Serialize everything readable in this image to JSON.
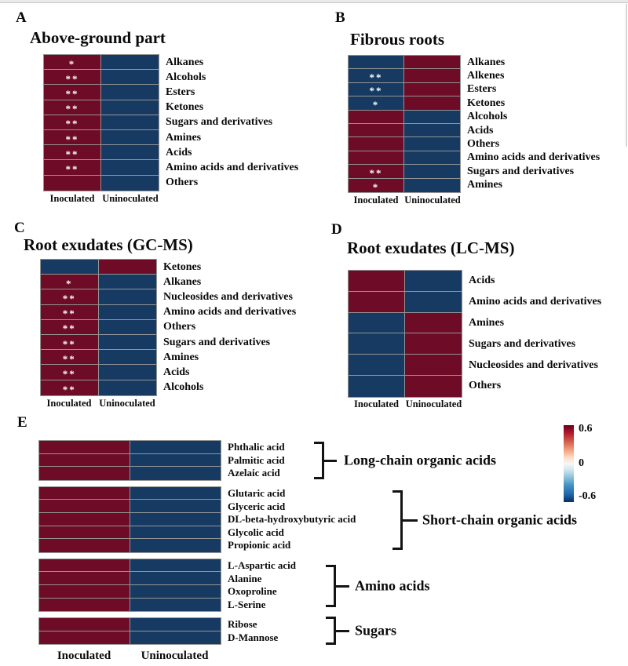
{
  "colors": {
    "positive": "#6e0b26",
    "negative": "#173a63",
    "cell_border": "#949494",
    "star": "#ffffff"
  },
  "chart_data": [
    {
      "type": "heatmap",
      "panel": "A",
      "letter": "A",
      "title": "Above-ground part",
      "columns": [
        "Inoculated",
        "Uninoculated"
      ],
      "rows": [
        "Alkanes",
        "Alcohols",
        "Esters",
        "Ketones",
        "Sugars and derivatives",
        "Amines",
        "Acids",
        "Amino acids and derivatives",
        "Others"
      ],
      "values": [
        [
          0.6,
          -0.6
        ],
        [
          0.6,
          -0.6
        ],
        [
          0.6,
          -0.6
        ],
        [
          0.6,
          -0.6
        ],
        [
          0.6,
          -0.6
        ],
        [
          0.6,
          -0.6
        ],
        [
          0.6,
          -0.6
        ],
        [
          0.6,
          -0.6
        ],
        [
          0.6,
          -0.6
        ]
      ],
      "significance": [
        "*",
        "**",
        "**",
        "**",
        "**",
        "**",
        "**",
        "**",
        ""
      ]
    },
    {
      "type": "heatmap",
      "panel": "B",
      "letter": "B",
      "title": "Fibrous roots",
      "columns": [
        "Inoculated",
        "Uninoculated"
      ],
      "rows": [
        "Alkanes",
        "Alkenes",
        "Esters",
        "Ketones",
        "Alcohols",
        "Acids",
        "Others",
        "Amino acids and derivatives",
        "Sugars and derivatives",
        "Amines"
      ],
      "values": [
        [
          -0.6,
          0.6
        ],
        [
          -0.6,
          0.6
        ],
        [
          -0.6,
          0.6
        ],
        [
          -0.6,
          0.6
        ],
        [
          0.6,
          -0.6
        ],
        [
          0.6,
          -0.6
        ],
        [
          0.6,
          -0.6
        ],
        [
          0.6,
          -0.6
        ],
        [
          0.6,
          -0.6
        ],
        [
          0.6,
          -0.6
        ]
      ],
      "significance": [
        "",
        "**",
        "**",
        "*",
        "",
        "",
        "",
        "",
        "**",
        "*"
      ]
    },
    {
      "type": "heatmap",
      "panel": "C",
      "letter": "C",
      "title": "Root exudates (GC-MS)",
      "columns": [
        "Inoculated",
        "Uninoculated"
      ],
      "rows": [
        "Ketones",
        "Alkanes",
        "Nucleosides and derivatives",
        "Amino acids and derivatives",
        "Others",
        "Sugars and derivatives",
        "Amines",
        "Acids",
        "Alcohols"
      ],
      "values": [
        [
          -0.6,
          0.6
        ],
        [
          0.6,
          -0.6
        ],
        [
          0.6,
          -0.6
        ],
        [
          0.6,
          -0.6
        ],
        [
          0.6,
          -0.6
        ],
        [
          0.6,
          -0.6
        ],
        [
          0.6,
          -0.6
        ],
        [
          0.6,
          -0.6
        ],
        [
          0.6,
          -0.6
        ]
      ],
      "significance": [
        "",
        "*",
        "**",
        "**",
        "**",
        "**",
        "**",
        "**",
        "**"
      ]
    },
    {
      "type": "heatmap",
      "panel": "D",
      "letter": "D",
      "title": "Root exudates (LC-MS)",
      "columns": [
        "Inoculated",
        "Uninoculated"
      ],
      "rows": [
        "Acids",
        "Amino acids and derivatives",
        "Amines",
        "Sugars and derivatives",
        "Nucleosides and derivatives",
        "Others"
      ],
      "values": [
        [
          0.6,
          -0.6
        ],
        [
          0.6,
          -0.6
        ],
        [
          -0.6,
          0.6
        ],
        [
          -0.6,
          0.6
        ],
        [
          -0.6,
          0.6
        ],
        [
          -0.6,
          0.6
        ]
      ],
      "significance": [
        "",
        "",
        "",
        "",
        "",
        ""
      ]
    },
    {
      "type": "heatmap",
      "panel": "E",
      "letter": "E",
      "columns": [
        "Inoculated",
        "Uninoculated"
      ],
      "groups": [
        {
          "name": "Long-chain organic acids",
          "rows": [
            "Phthalic acid",
            "Palmitic acid",
            "Azelaic acid"
          ],
          "values": [
            [
              0.6,
              -0.6
            ],
            [
              0.6,
              -0.6
            ],
            [
              0.6,
              -0.6
            ]
          ]
        },
        {
          "name": "Short-chain organic acids",
          "rows": [
            "Glutaric acid",
            "Glyceric acid",
            "DL-beta-hydroxybutyric acid",
            "Glycolic acid",
            "Propionic acid"
          ],
          "values": [
            [
              0.6,
              -0.6
            ],
            [
              0.6,
              -0.6
            ],
            [
              0.6,
              -0.6
            ],
            [
              0.6,
              -0.6
            ],
            [
              0.6,
              -0.6
            ]
          ]
        },
        {
          "name": "Amino acids",
          "rows": [
            "L-Aspartic acid",
            "Alanine",
            "Oxoproline",
            "L-Serine"
          ],
          "values": [
            [
              0.6,
              -0.6
            ],
            [
              0.6,
              -0.6
            ],
            [
              0.6,
              -0.6
            ],
            [
              0.6,
              -0.6
            ]
          ]
        },
        {
          "name": "Sugars",
          "rows": [
            "Ribose",
            "D-Mannose"
          ],
          "values": [
            [
              0.6,
              -0.6
            ],
            [
              0.6,
              -0.6
            ]
          ]
        }
      ],
      "colorbar": {
        "max": "0.6",
        "mid": "0",
        "min": "-0.6",
        "range": [
          -0.6,
          0.6
        ]
      }
    }
  ]
}
